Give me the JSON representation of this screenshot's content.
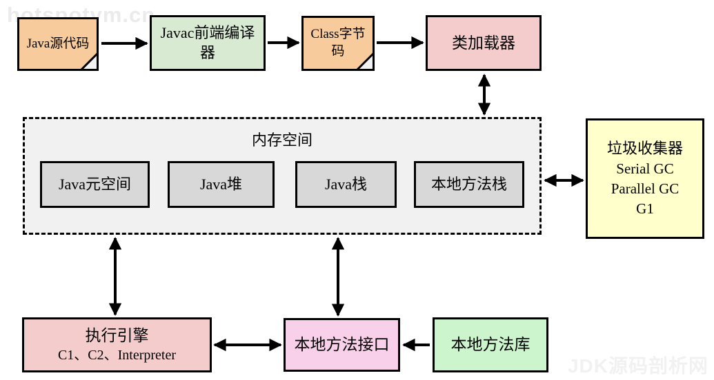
{
  "watermarks": {
    "top_left": "hotspotvm.cn",
    "bottom_right": "JDK源码剖析网"
  },
  "colors": {
    "note_orange": "#F7CB9C",
    "compiler_green": "#D9EAD3",
    "loader_pink": "#F5CCCC",
    "memory_bg": "#F1F1F1",
    "region_gray": "#D8D8D8",
    "gc_yellow": "#FFFFCC",
    "engine_pink": "#F5CCCC",
    "interface_pink": "#F9D0E9",
    "library_green": "#CDF5CD",
    "fold_gray": "#F2F2F2",
    "border": "#000000"
  },
  "nodes": {
    "java_source": {
      "label": "Java源代码"
    },
    "javac_compiler": {
      "label": "Javac前端编译器"
    },
    "class_bytecode": {
      "label": "Class字节码"
    },
    "class_loader": {
      "label": "类加载器"
    },
    "memory": {
      "title": "内存空间",
      "regions": [
        "Java元空间",
        "Java堆",
        "Java栈",
        "本地方法栈"
      ]
    },
    "gc": {
      "title": "垃圾收集器",
      "lines": [
        "Serial GC",
        "Parallel GC",
        "G1"
      ]
    },
    "execution_engine": {
      "title": "执行引擎",
      "subtitle": "C1、C2、Interpreter"
    },
    "native_interface": {
      "label": "本地方法接口"
    },
    "native_library": {
      "label": "本地方法库"
    }
  }
}
